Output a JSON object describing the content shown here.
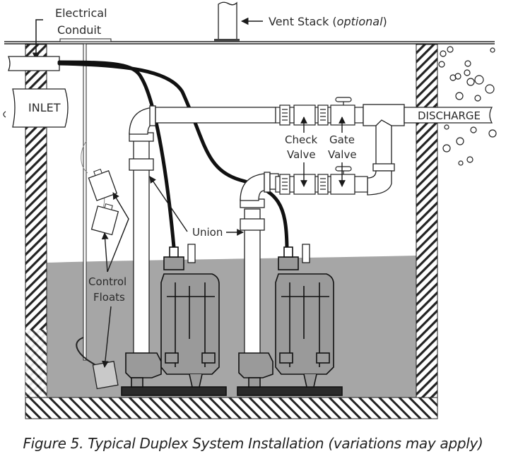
{
  "figure": {
    "caption": "Figure 5. Typical Duplex System Installation (variations may apply)"
  },
  "labels": {
    "electrical_conduit_line1": "Electrical",
    "electrical_conduit_line2": "Conduit",
    "vent_stack": "Vent Stack (",
    "vent_stack_optional": "optional",
    "vent_stack_close": ")",
    "inlet": "INLET",
    "discharge": "DISCHARGE",
    "check_valve_line1": "Check",
    "check_valve_line2": "Valve",
    "gate_valve_line1": "Gate",
    "gate_valve_line2": "Valve",
    "union": "Union",
    "control_floats_line1": "Control",
    "control_floats_line2": "Floats"
  },
  "components": {
    "pump_count": 2,
    "control_float_count": 3,
    "system_type": "Duplex"
  },
  "colors": {
    "water": "#a6a6a6",
    "line": "#1a1a1a",
    "pump_base": "#2a2a2a",
    "background": "#ffffff"
  }
}
